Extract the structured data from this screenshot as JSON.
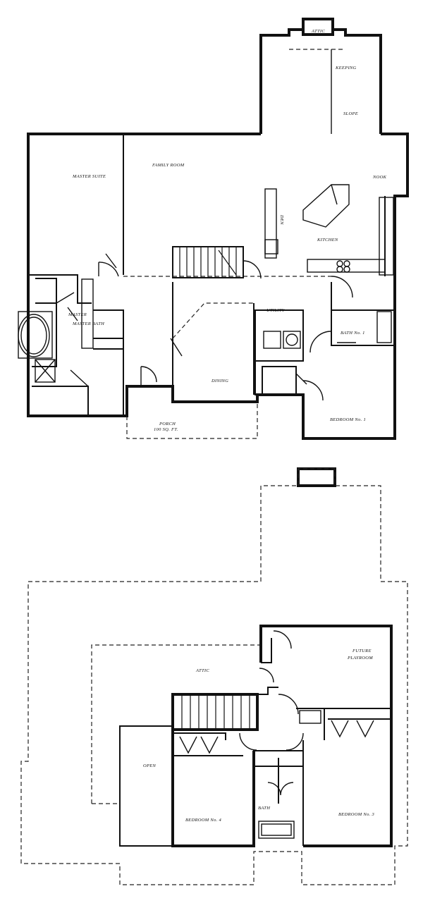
{
  "first_floor": {
    "rooms": {
      "attic_top": "ATTIC",
      "keeping": "KEEPING",
      "slope": "SLOPE",
      "master_suite": "MASTER SUITE",
      "family_room": "FAMILY ROOM",
      "nook": "NOOK",
      "kitchen": "KITCHEN",
      "master_bath": "MASTER BATH",
      "utility": "UTILITY",
      "bath1": "BATH No. 1",
      "dining": "DINING",
      "porch": "PORCH",
      "bedroom1": "BEDROOM No. 1",
      "den_small": "DEN"
    },
    "porch_note": "100 SQ. FT."
  },
  "second_floor": {
    "rooms": {
      "attic": "ATTIC",
      "future_playroom_1": "FUTURE",
      "future_playroom_2": "PLAYROOM",
      "open": "OPEN",
      "bath": "BATH",
      "bedroom4": "BEDROOM No. 4",
      "bedroom3": "BEDROOM No. 3"
    }
  }
}
